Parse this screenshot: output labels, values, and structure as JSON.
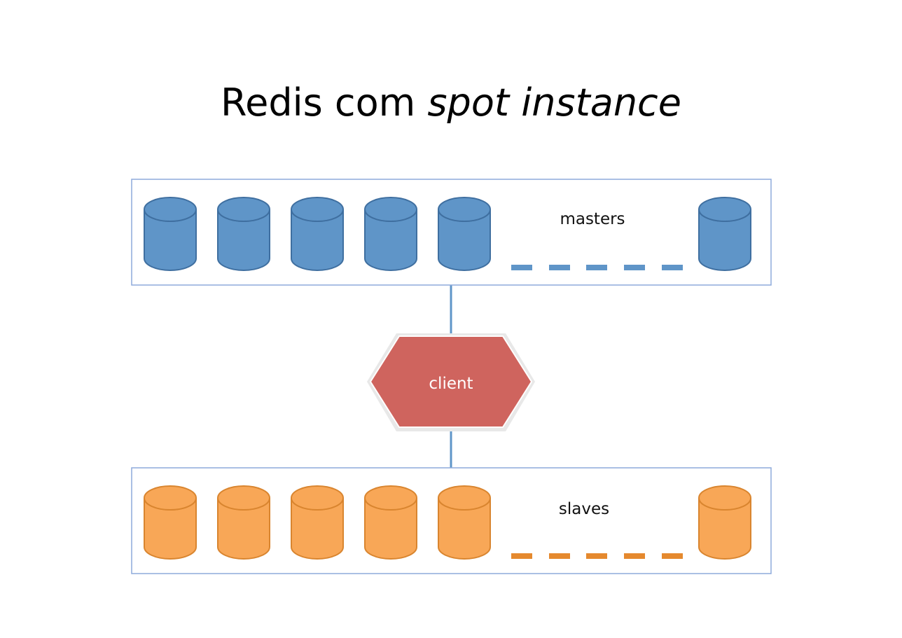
{
  "slide": {
    "title_plain": "Redis com ",
    "title_italic": "spot instance"
  },
  "masters": {
    "label": "masters",
    "fill_color": "#5f95c8",
    "stroke_color": "#3f6fa0",
    "dash_color": "#5f95c8",
    "cylinder_count": 6,
    "dash_count": 5
  },
  "slaves": {
    "label": "slaves",
    "fill_color": "#f8a757",
    "stroke_color": "#d9852f",
    "dash_color": "#e5892e",
    "cylinder_count": 6,
    "dash_count": 5
  },
  "client": {
    "label": "client",
    "fill_color": "#cf645e"
  },
  "connector_color": "#5f95c8"
}
